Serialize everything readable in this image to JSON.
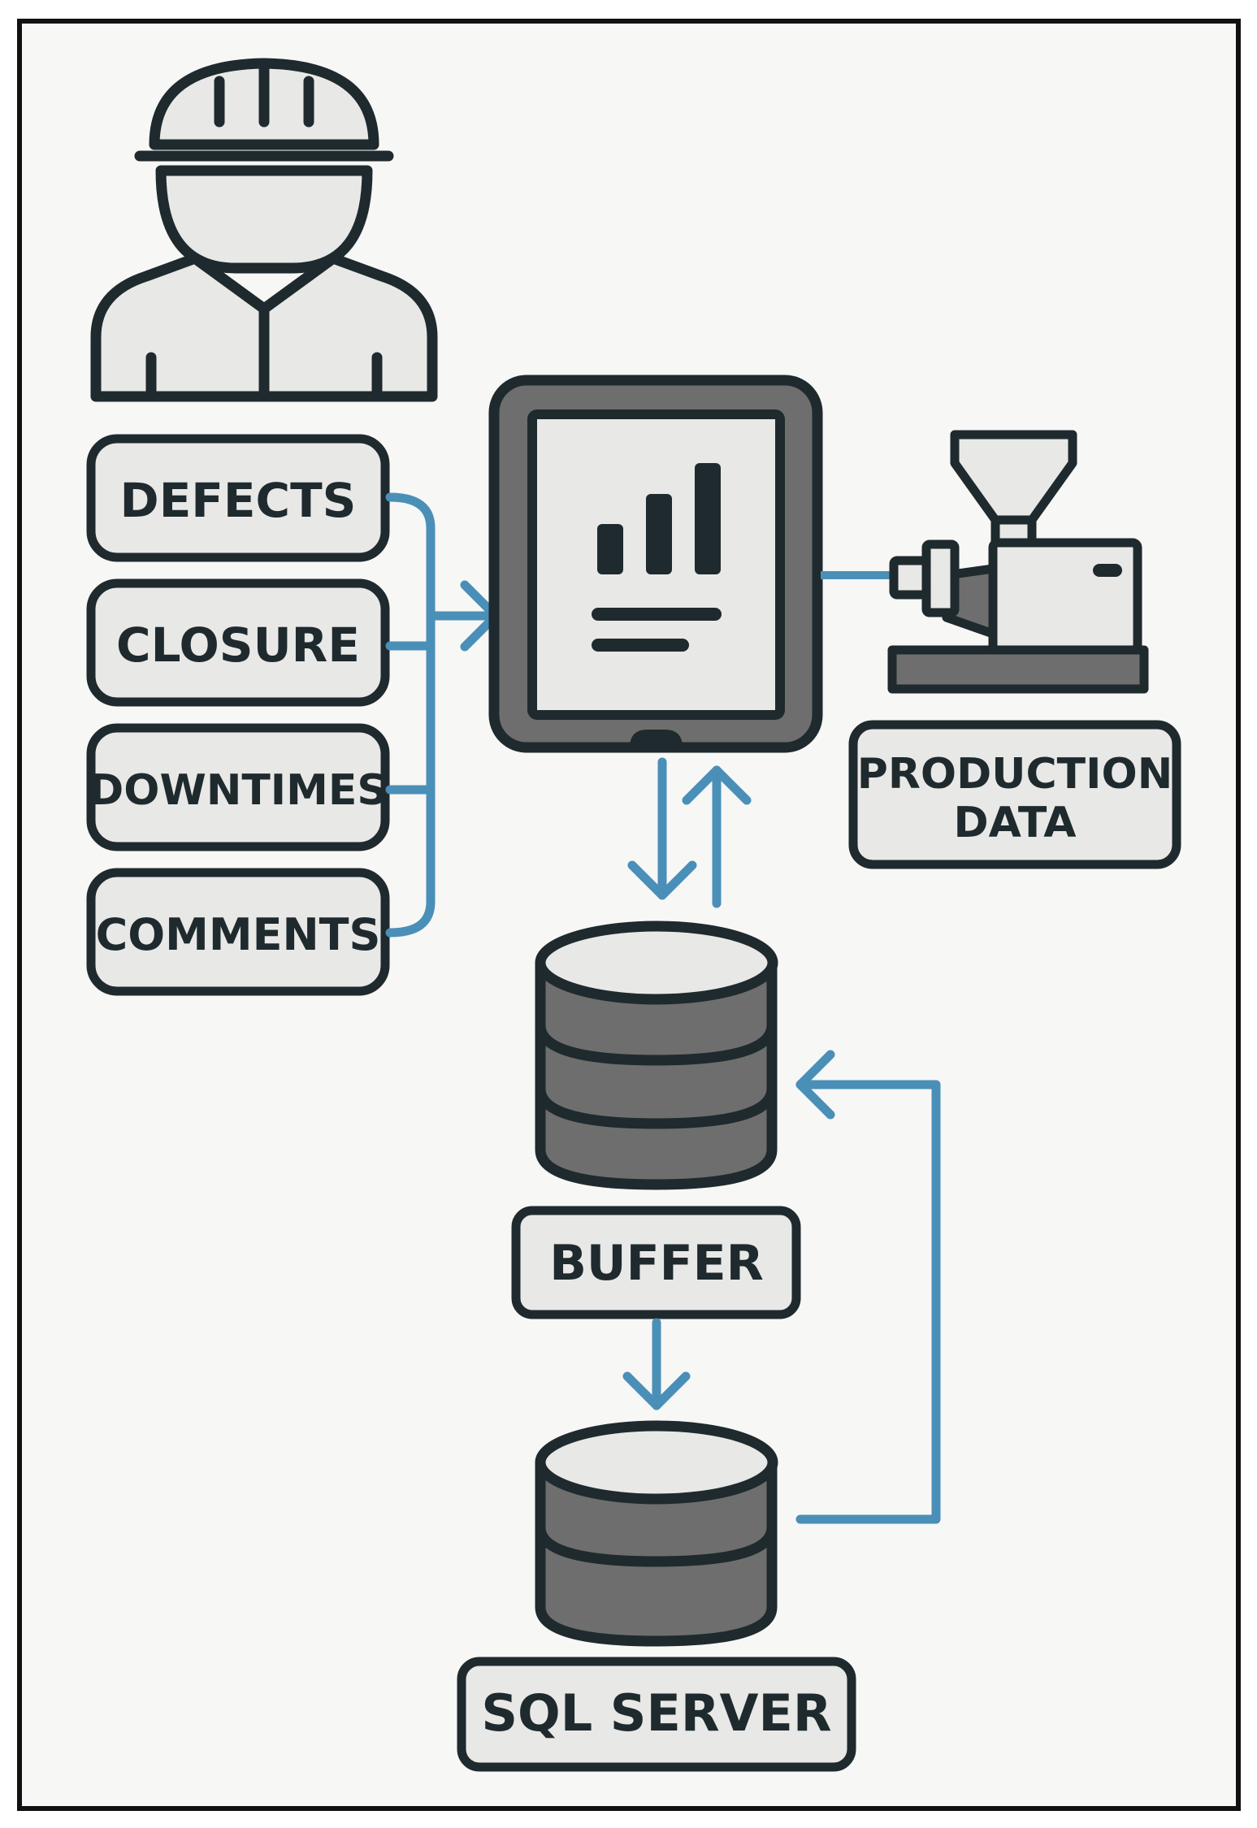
{
  "inputs": {
    "defects": "DEFECTS",
    "closure": "CLOSURE",
    "downtimes": "DOWNTIMES",
    "comments": "COMMENTS"
  },
  "production_data": {
    "line1": "PRODUCTION",
    "line2": "DATA"
  },
  "buffer_label": "BUFFER",
  "sql_server_label": "SQL SERVER",
  "colors": {
    "outline": "#1f2a2e",
    "panel": "#e8e8e6",
    "dark_fill": "#6e6e6e",
    "arrow": "#4a8fb8"
  },
  "icons": [
    "worker-icon",
    "tablet-dashboard-icon",
    "injection-molding-machine-icon",
    "buffer-database-icon",
    "sql-server-database-icon"
  ]
}
